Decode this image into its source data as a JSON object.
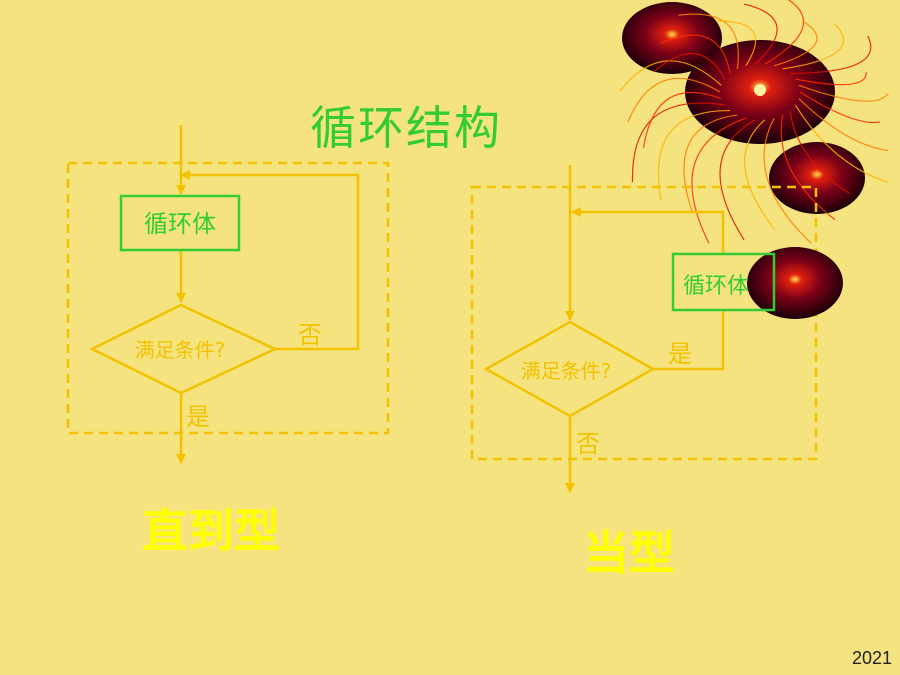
{
  "slide": {
    "title": "循环结构",
    "page_number": "2021"
  },
  "until_loop": {
    "type_label": "直到型",
    "body_label": "循环体",
    "condition_label": "满足条件?",
    "yes_label": "是",
    "no_label": "否"
  },
  "while_loop": {
    "type_label": "当型",
    "body_label": "循环体",
    "condition_label": "满足条件?",
    "yes_label": "是",
    "no_label": "否"
  },
  "colors": {
    "background": "#f5e37f",
    "flow_lines": "#f2c200",
    "title": "#33cc33",
    "body_box": "#33cc33",
    "type_label": "#ffff00"
  },
  "decoration": {
    "icon": "firework-ornament-icon"
  }
}
